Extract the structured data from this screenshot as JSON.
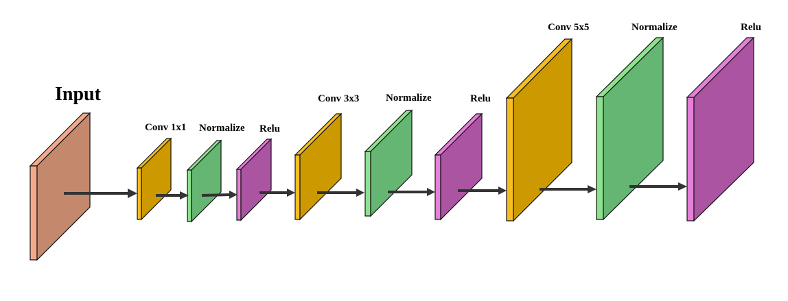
{
  "diagram": {
    "input_label": "Input",
    "layers": [
      {
        "label": "Conv 1x1",
        "kind": "conv"
      },
      {
        "label": "Normalize",
        "kind": "norm"
      },
      {
        "label": "Relu",
        "kind": "relu"
      },
      {
        "label": "Conv 3x3",
        "kind": "conv"
      },
      {
        "label": "Normalize",
        "kind": "norm"
      },
      {
        "label": "Relu",
        "kind": "relu"
      },
      {
        "label": "Conv 5x5",
        "kind": "conv"
      },
      {
        "label": "Normalize",
        "kind": "norm"
      },
      {
        "label": "Relu",
        "kind": "relu"
      }
    ]
  },
  "colors": {
    "input": {
      "face": "#c4896c",
      "side": "#f2a98a"
    },
    "conv": {
      "face": "#cc9a00",
      "side": "#f5bd22"
    },
    "norm": {
      "face": "#66b673",
      "side": "#8ee28f"
    },
    "relu": {
      "face": "#ab55a2",
      "side": "#e67fd9"
    },
    "arrow": "#333333"
  }
}
